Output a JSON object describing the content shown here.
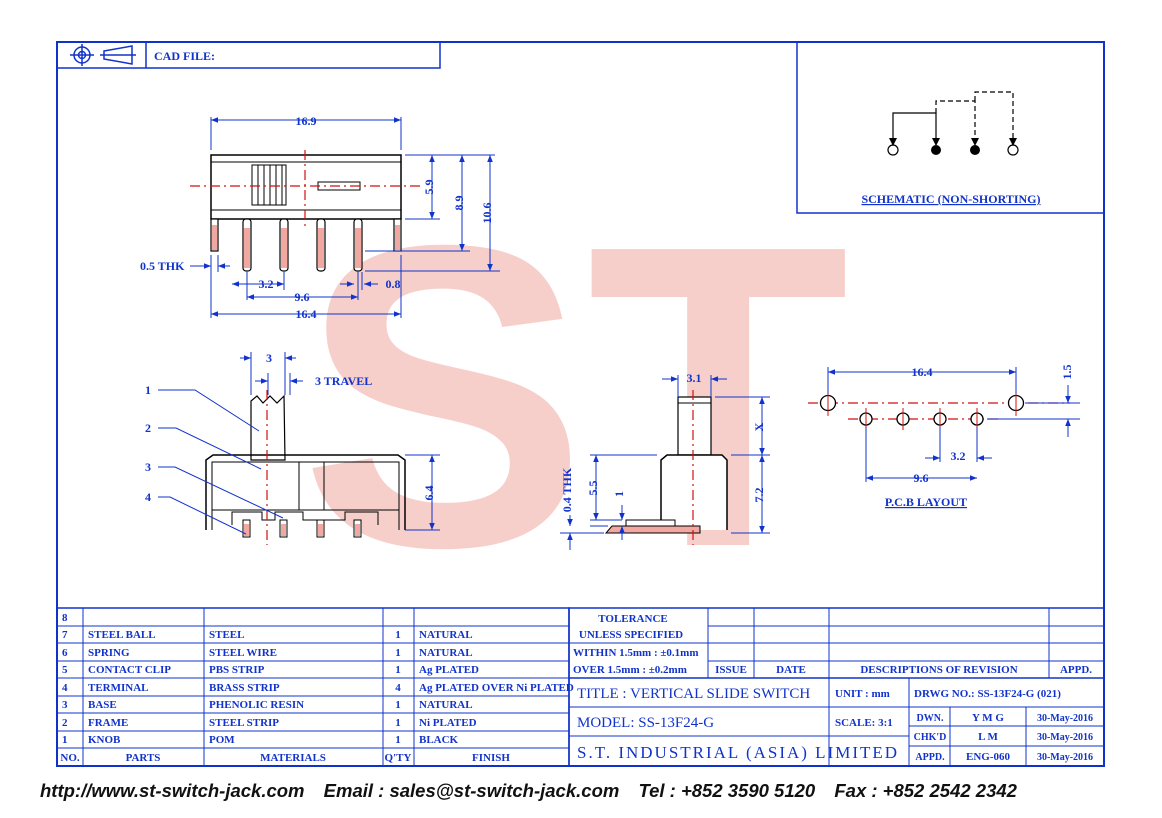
{
  "header": {
    "cad_file_label": "CAD FILE:"
  },
  "watermark": {
    "text": "ST"
  },
  "schematic": {
    "label": "SCHEMATIC (NON-SHORTING)"
  },
  "dimensions": {
    "top_width": "16.9",
    "height_5_9": "5.9",
    "height_8_9": "8.9",
    "height_10_6": "10.6",
    "thk_0_5": "0.5 THK",
    "pitch_3_2": "3.2",
    "pitch_9_6": "9.6",
    "pin_0_8": "0.8",
    "span_16_4": "16.4",
    "knob_3": "3",
    "travel": "3 TRAVEL",
    "height_6_4": "6.4",
    "side_3_1": "3.1",
    "side_x": "X",
    "side_7_2": "7.2",
    "side_5_5": "5.5",
    "side_1": "1",
    "side_thk": "0.4 THK",
    "pcb_16_4": "16.4",
    "pcb_1_5": "1.5",
    "pcb_3_2": "3.2",
    "pcb_9_6": "9.6",
    "pcb_label": "P.C.B LAYOUT"
  },
  "callouts": [
    "1",
    "2",
    "3",
    "4"
  ],
  "parts_table": {
    "rows": [
      {
        "no": "8",
        "part": "",
        "material": "",
        "qty": "",
        "finish": ""
      },
      {
        "no": "7",
        "part": "STEEL BALL",
        "material": "STEEL",
        "qty": "1",
        "finish": "NATURAL"
      },
      {
        "no": "6",
        "part": "SPRING",
        "material": "STEEL WIRE",
        "qty": "1",
        "finish": "NATURAL"
      },
      {
        "no": "5",
        "part": "CONTACT CLIP",
        "material": "PBS STRIP",
        "qty": "1",
        "finish": "Ag PLATED"
      },
      {
        "no": "4",
        "part": "TERMINAL",
        "material": "BRASS STRIP",
        "qty": "4",
        "finish": "Ag PLATED OVER Ni PLATED"
      },
      {
        "no": "3",
        "part": "BASE",
        "material": "PHENOLIC RESIN",
        "qty": "1",
        "finish": "NATURAL"
      },
      {
        "no": "2",
        "part": "FRAME",
        "material": "STEEL STRIP",
        "qty": "1",
        "finish": "Ni PLATED"
      },
      {
        "no": "1",
        "part": "KNOB",
        "material": "POM",
        "qty": "1",
        "finish": "BLACK"
      }
    ],
    "header": {
      "no": "NO.",
      "part": "PARTS",
      "material": "MATERIALS",
      "qty": "Q'TY",
      "finish": "FINISH"
    }
  },
  "tolerance": {
    "line1": "TOLERANCE",
    "line2": "UNLESS SPECIFIED",
    "line3": "WITHIN 1.5mm : ±0.1mm",
    "line4": "OVER 1.5mm : ±0.2mm"
  },
  "revision": {
    "issue": "ISSUE",
    "date": "DATE",
    "desc": "DESCRIPTIONS OF REVISION",
    "appd": "APPD."
  },
  "title_block": {
    "title": "TITLE : VERTICAL SLIDE SWITCH",
    "unit_label": "UNIT : mm",
    "drawing_no": "DRWG NO.: SS-13F24-G (021)",
    "model": "MODEL: SS-13F24-G",
    "scale": "SCALE: 3:1",
    "company": "S.T. INDUSTRIAL (ASIA) LIMITED",
    "dwn_label": "DWN.",
    "dwn_by": "Y M G",
    "dwn_date": "30-May-2016",
    "chkd_label": "CHK'D",
    "chkd_by": "L M",
    "chkd_date": "30-May-2016",
    "appd_label": "APPD.",
    "appd_by": "ENG-060",
    "appd_date": "30-May-2016"
  },
  "footer": {
    "web": "http://www.st-switch-jack.com",
    "email": "Email : sales@st-switch-jack.com",
    "tel": "Tel : +852 3590 5120",
    "fax": "Fax : +852 2542 2342"
  }
}
